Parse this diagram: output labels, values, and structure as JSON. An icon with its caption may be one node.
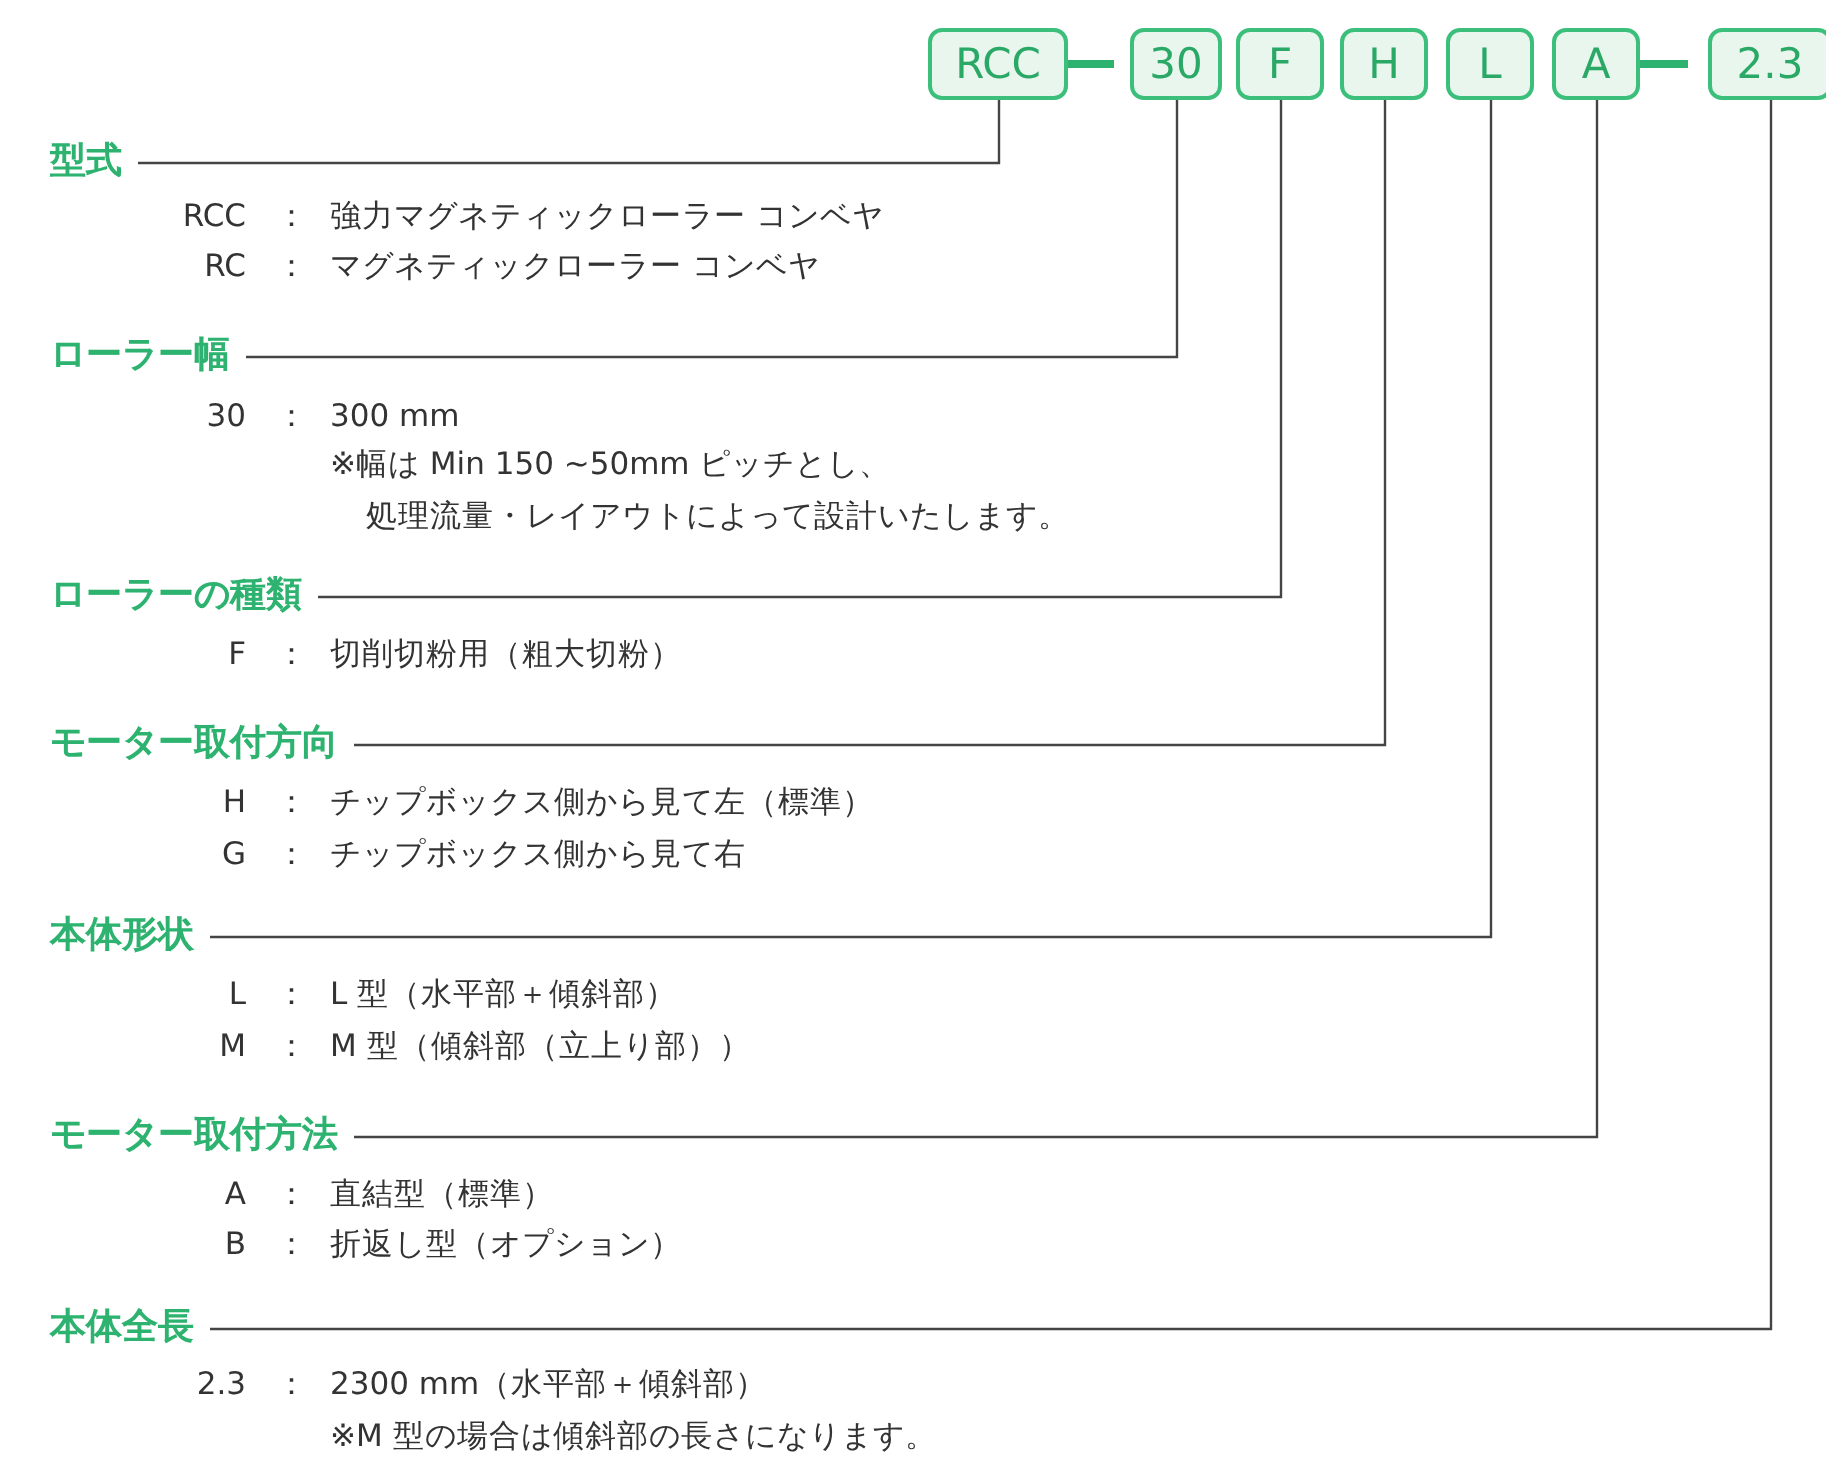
{
  "diagram": {
    "nodes": [
      {
        "text": [
          "RCC"
        ]
      },
      {
        "text": [
          "30"
        ]
      },
      {
        "text": [
          "F"
        ]
      },
      {
        "text": [
          "H"
        ]
      },
      {
        "text": [
          "L"
        ]
      },
      {
        "text": [
          "A"
        ]
      },
      {
        "text": [
          "2.3"
        ]
      },
      {
        "text": [
          "型式"
        ]
      },
      {
        "text": [
          "ローラー幅"
        ]
      },
      {
        "text": [
          "ローラーの種類"
        ]
      },
      {
        "text": [
          "モーター取付方向"
        ]
      },
      {
        "text": [
          "本体形状"
        ]
      },
      {
        "text": [
          "モーター取付方法"
        ]
      },
      {
        "text": [
          "本体全長"
        ]
      }
    ],
    "edges": [
      {
        "from": 0,
        "to": 7,
        "arrow": "none"
      },
      {
        "from": 1,
        "to": 8,
        "arrow": "none"
      },
      {
        "from": 2,
        "to": 9,
        "arrow": "none"
      },
      {
        "from": 3,
        "to": 10,
        "arrow": "none"
      },
      {
        "from": 4,
        "to": 11,
        "arrow": "none"
      },
      {
        "from": 5,
        "to": 12,
        "arrow": "none"
      },
      {
        "from": 6,
        "to": 13,
        "arrow": "none"
      }
    ],
    "labels": [
      "RCC",
      "：",
      "強力マグネティックローラー コンベヤ",
      "RC",
      "：",
      "マグネティックローラー コンベヤ",
      "30",
      "：",
      "300 mm",
      "※幅は Min 150 ~50mm ピッチとし、",
      "処理流量・レイアウトによって設計いたします。",
      "F",
      "：",
      "切削切粉用（粗大切粉）",
      "H",
      "：",
      "チップボックス側から見て左（標準）",
      "G",
      "：",
      "チップボックス側から見て右",
      "L",
      "：",
      "L 型（水平部＋傾斜部）",
      "M",
      "：",
      "M 型（傾斜部（立上り部））",
      "A",
      "：",
      "直結型（標準）",
      "B",
      "：",
      "折返し型（オプション）",
      "2.3",
      "：",
      "2300 mm（水平部＋傾斜部）",
      "※M 型の場合は傾斜部の長さになります。"
    ]
  }
}
